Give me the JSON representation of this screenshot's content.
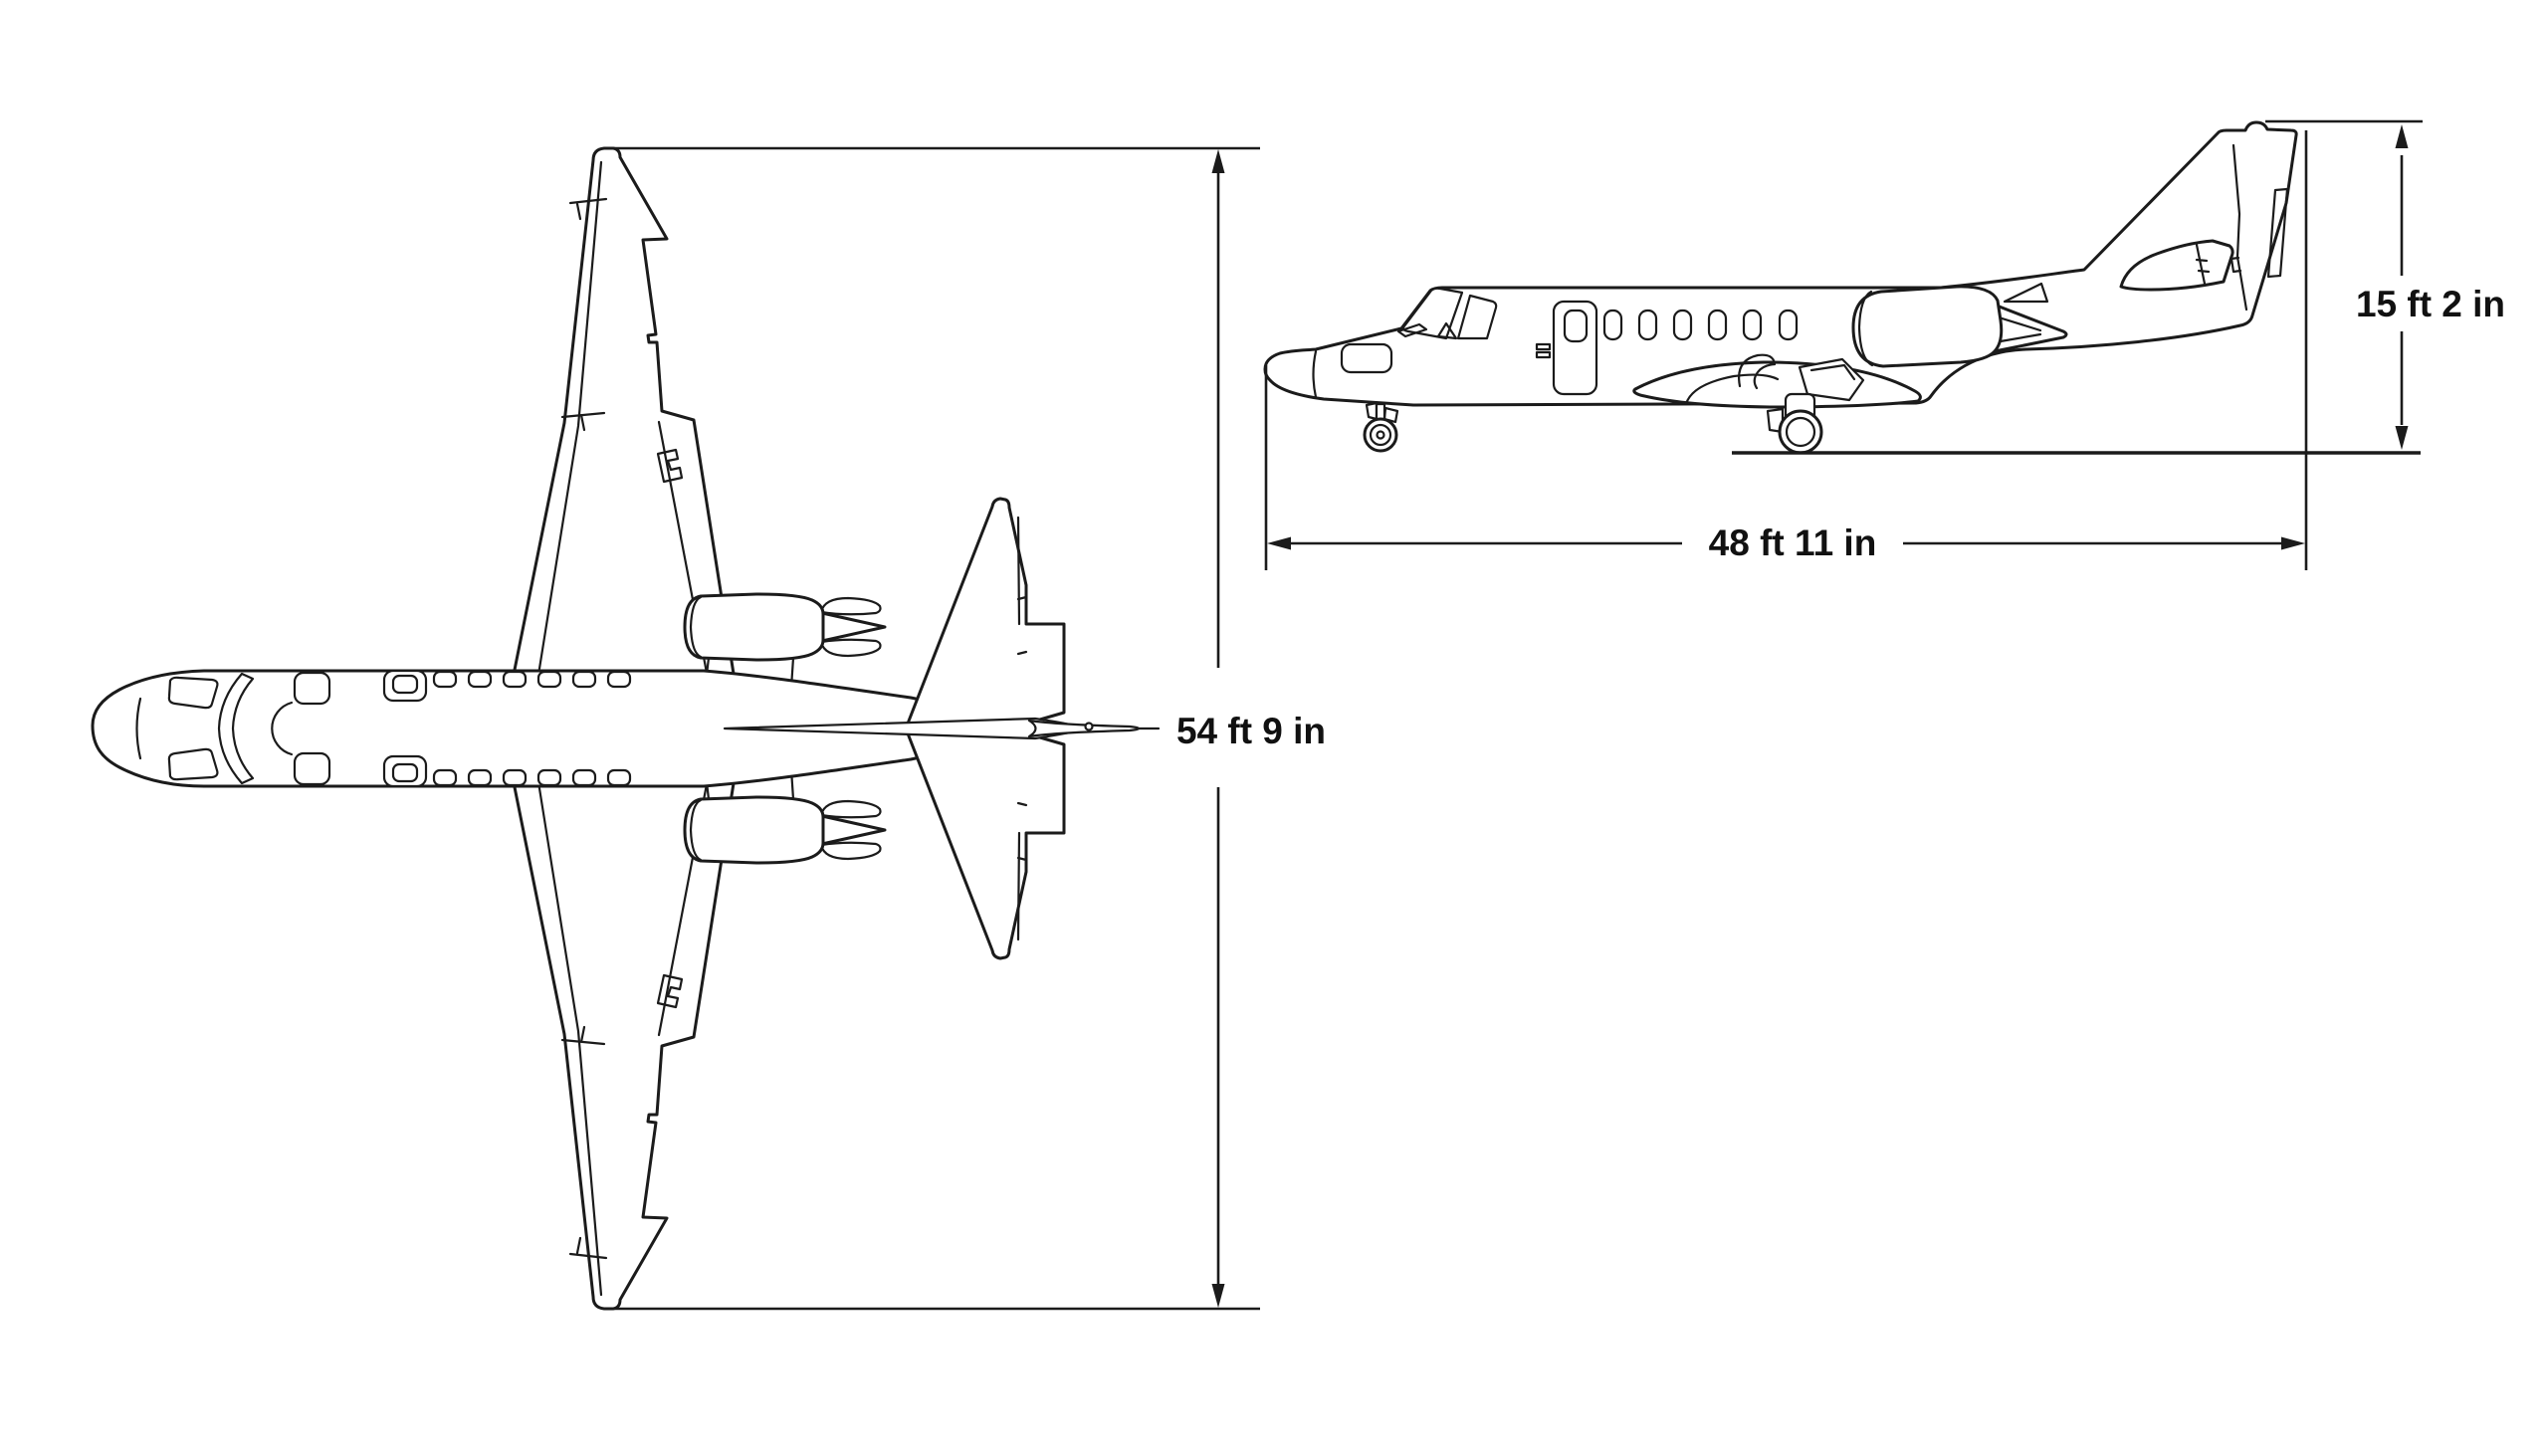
{
  "diagram": {
    "background_color": "#ffffff",
    "line_color": "#1b1b1b",
    "text_color": "#111111",
    "dimensions": {
      "wingspan": "54 ft 9 in",
      "length": "48 ft 11 in",
      "height": "15 ft 2 in"
    }
  }
}
